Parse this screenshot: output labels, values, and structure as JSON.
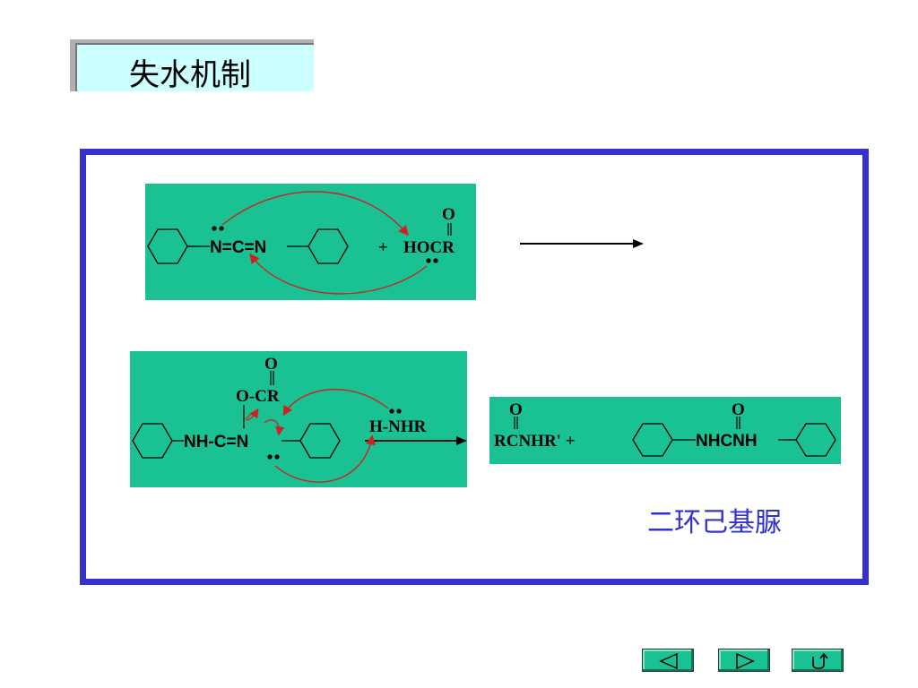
{
  "title": "失水机制",
  "reaction1": {
    "carbodiimide": "N=C=N",
    "plus": "+",
    "acid_text": "HOCR",
    "acid_oxygen": "O"
  },
  "reaction2": {
    "top_oxygen": "O",
    "ester": "O-CR",
    "backbone": "NH-C=N",
    "reagent": "H-NHR"
  },
  "products": {
    "amide_oxygen": "O",
    "amide": "RCNHR' +",
    "urea_oxygen": "O",
    "urea": "NHCNH"
  },
  "product_name": "二环己基脲",
  "nav": {
    "prev": "prev-icon",
    "next": "next-icon",
    "return": "return-icon"
  },
  "colors": {
    "panel": "#1ac193",
    "frame": "#3333cc",
    "title_bg": "#ccffff",
    "curved_arrow": "#cc2222"
  }
}
